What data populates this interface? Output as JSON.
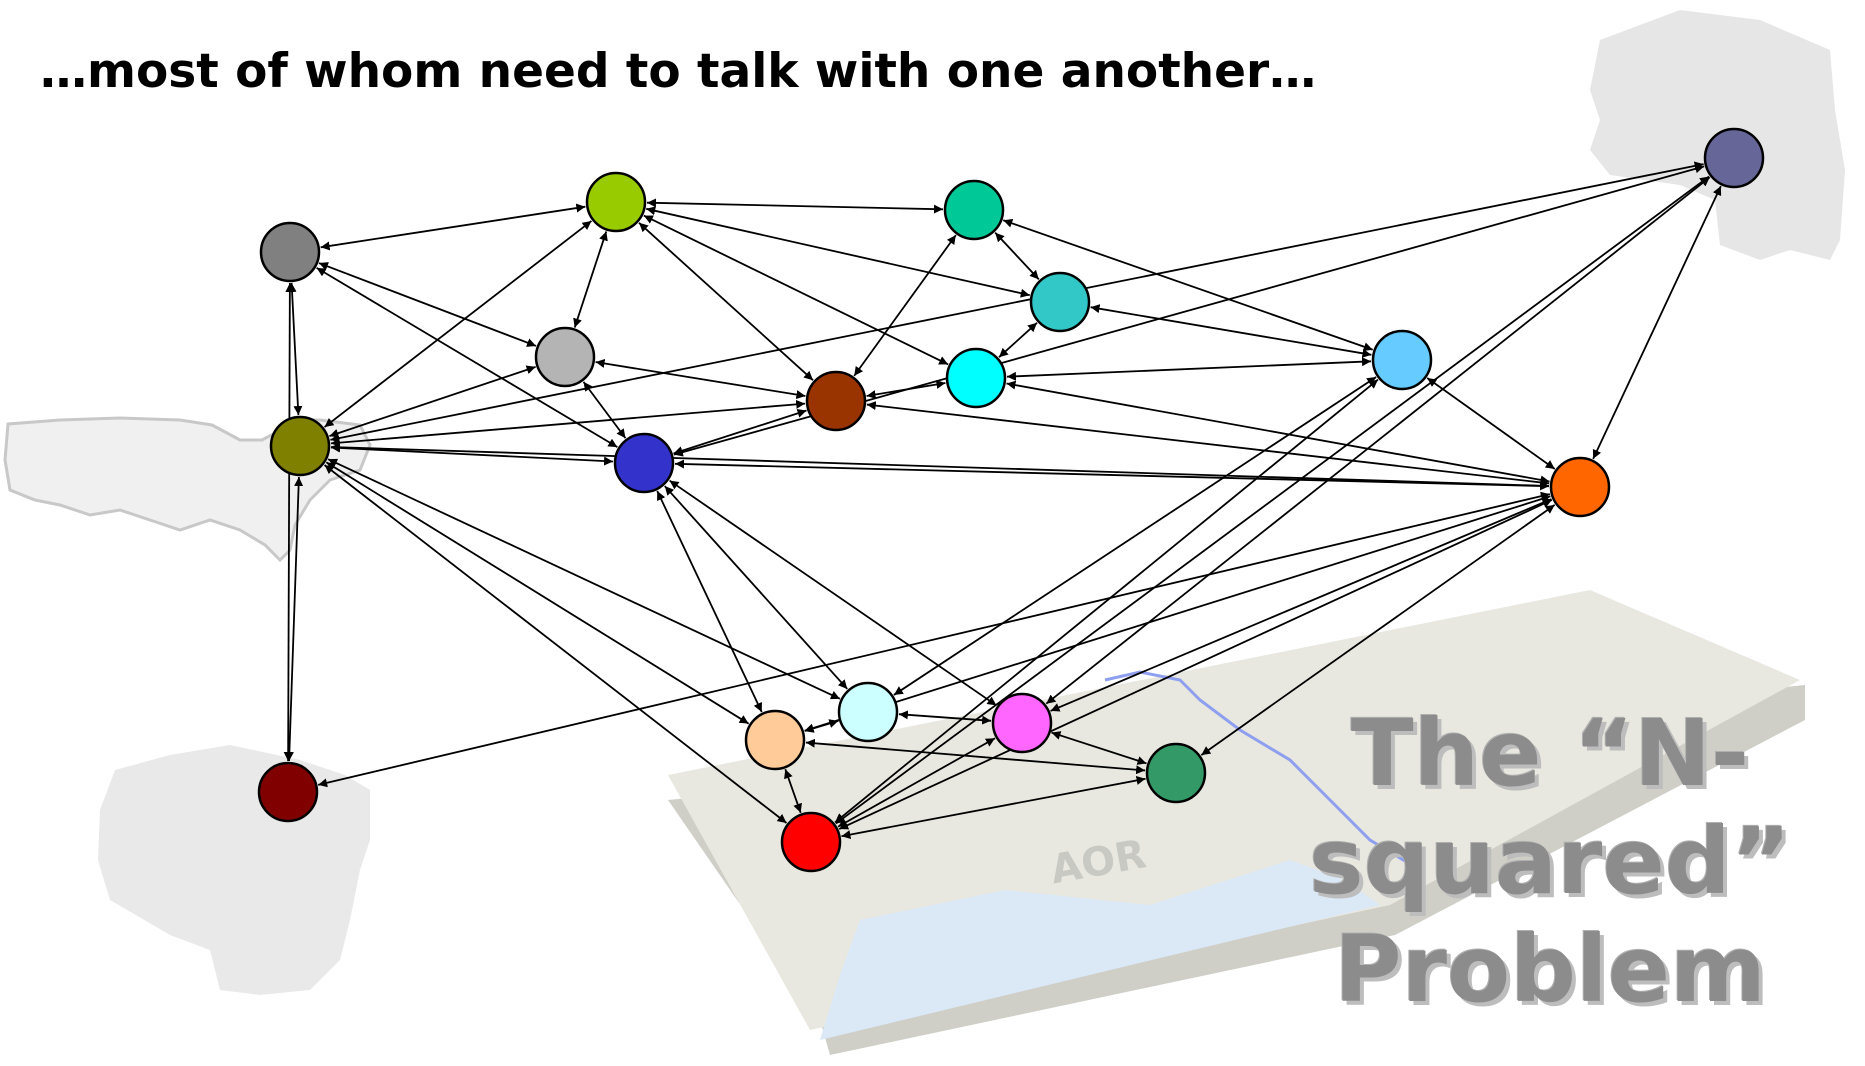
{
  "title": "…most of whom need to talk with one another…",
  "problem_label": [
    "The “N-",
    "squared”",
    "Problem"
  ],
  "map_label": "AOR",
  "colors": {
    "background": "#ffffff",
    "terrain": "#e8e8e0",
    "water": "#dbe8f6",
    "river": "#8f9ff0",
    "label_gray": "#8c8c8c"
  },
  "nodes": [
    {
      "id": "gray",
      "color": "#808080"
    },
    {
      "id": "yellowgreen",
      "color": "#99cc00"
    },
    {
      "id": "seagreen",
      "color": "#00c896"
    },
    {
      "id": "teal",
      "color": "#33c8c8"
    },
    {
      "id": "lightgray",
      "color": "#b4b4b4"
    },
    {
      "id": "cyan",
      "color": "#00ffff"
    },
    {
      "id": "brown",
      "color": "#993300"
    },
    {
      "id": "lightblue",
      "color": "#66ccff"
    },
    {
      "id": "olive",
      "color": "#808000"
    },
    {
      "id": "blue",
      "color": "#3333cc"
    },
    {
      "id": "orange",
      "color": "#ff6600"
    },
    {
      "id": "slate",
      "color": "#666699"
    },
    {
      "id": "maroon",
      "color": "#800000"
    },
    {
      "id": "peach",
      "color": "#ffcc99"
    },
    {
      "id": "palecyan",
      "color": "#ccffff"
    },
    {
      "id": "magenta",
      "color": "#ff66ff"
    },
    {
      "id": "green",
      "color": "#339966"
    },
    {
      "id": "red",
      "color": "#ff0000"
    }
  ],
  "links": [
    [
      "gray",
      "yellowgreen"
    ],
    [
      "gray",
      "olive"
    ],
    [
      "gray",
      "lightgray"
    ],
    [
      "gray",
      "blue"
    ],
    [
      "gray",
      "maroon"
    ],
    [
      "yellowgreen",
      "seagreen"
    ],
    [
      "yellowgreen",
      "teal"
    ],
    [
      "yellowgreen",
      "lightgray"
    ],
    [
      "yellowgreen",
      "olive"
    ],
    [
      "yellowgreen",
      "brown"
    ],
    [
      "yellowgreen",
      "cyan"
    ],
    [
      "seagreen",
      "teal"
    ],
    [
      "seagreen",
      "brown"
    ],
    [
      "seagreen",
      "lightblue"
    ],
    [
      "teal",
      "cyan"
    ],
    [
      "teal",
      "lightblue"
    ],
    [
      "lightgray",
      "olive"
    ],
    [
      "lightgray",
      "blue"
    ],
    [
      "lightgray",
      "brown"
    ],
    [
      "cyan",
      "brown"
    ],
    [
      "cyan",
      "lightblue"
    ],
    [
      "cyan",
      "orange"
    ],
    [
      "brown",
      "blue"
    ],
    [
      "brown",
      "orange"
    ],
    [
      "brown",
      "olive"
    ],
    [
      "lightblue",
      "orange"
    ],
    [
      "lightblue",
      "palecyan"
    ],
    [
      "lightblue",
      "red"
    ],
    [
      "olive",
      "blue"
    ],
    [
      "olive",
      "orange"
    ],
    [
      "olive",
      "slate"
    ],
    [
      "olive",
      "maroon"
    ],
    [
      "olive",
      "palecyan"
    ],
    [
      "olive",
      "peach"
    ],
    [
      "olive",
      "red"
    ],
    [
      "blue",
      "orange"
    ],
    [
      "blue",
      "peach"
    ],
    [
      "blue",
      "palecyan"
    ],
    [
      "blue",
      "magenta"
    ],
    [
      "blue",
      "slate"
    ],
    [
      "orange",
      "slate"
    ],
    [
      "orange",
      "maroon"
    ],
    [
      "orange",
      "peach"
    ],
    [
      "orange",
      "magenta"
    ],
    [
      "orange",
      "red"
    ],
    [
      "orange",
      "green"
    ],
    [
      "slate",
      "red"
    ],
    [
      "slate",
      "magenta"
    ],
    [
      "peach",
      "palecyan"
    ],
    [
      "peach",
      "green"
    ],
    [
      "peach",
      "red"
    ],
    [
      "palecyan",
      "magenta"
    ],
    [
      "magenta",
      "green"
    ],
    [
      "magenta",
      "red"
    ],
    [
      "green",
      "red"
    ]
  ]
}
